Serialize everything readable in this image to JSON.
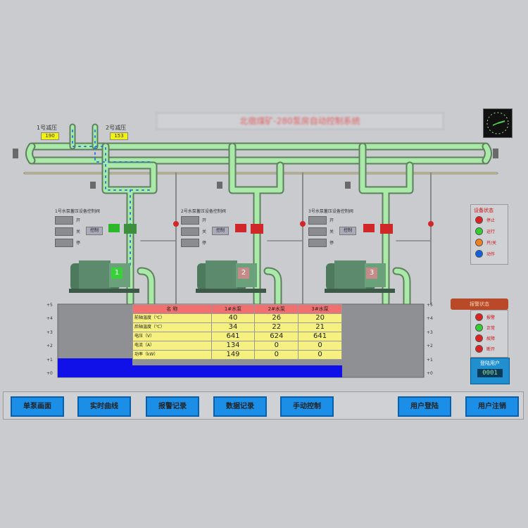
{
  "title": "北宿煤矿-280泵房自动控制系统",
  "tanks": [
    {
      "label": "1号减压",
      "value": "190"
    },
    {
      "label": "2号减压",
      "value": "153"
    }
  ],
  "pumps": [
    {
      "id": "1",
      "status": "running",
      "control_title": "1号水泵蓄压设备控制阀",
      "open_label": "开",
      "close_label": "关",
      "stop_label": "停",
      "button": "控制"
    },
    {
      "id": "2",
      "status": "stopped",
      "control_title": "2号水泵蓄压设备控制阀",
      "open_label": "开",
      "close_label": "关",
      "stop_label": "停",
      "button": "控制"
    },
    {
      "id": "3",
      "status": "stopped",
      "control_title": "3号水泵蓄压设备控制阀",
      "open_label": "开",
      "close_label": "关",
      "stop_label": "停",
      "button": "控制"
    }
  ],
  "legend1": {
    "title": "设备状态",
    "items": [
      {
        "label": "停止",
        "color": "#e02020"
      },
      {
        "label": "运行",
        "color": "#30d030"
      },
      {
        "label": "开/关",
        "color": "#f08020"
      },
      {
        "label": "动作",
        "color": "#1060e0"
      }
    ]
  },
  "legend2": {
    "title": "报警状态",
    "items": [
      {
        "label": "报警",
        "color": "#e02020"
      },
      {
        "label": "正常",
        "color": "#30d030"
      },
      {
        "label": "故障",
        "color": "#e02020"
      },
      {
        "label": "断开",
        "color": "#e02020"
      }
    ]
  },
  "user": {
    "title": "登陆用户",
    "value": "0001"
  },
  "table": {
    "headers": [
      "名 称",
      "1#水泵",
      "2#水泵",
      "3#水泵"
    ],
    "rows": [
      {
        "label": "前轴温度（℃）",
        "values": [
          "40",
          "26",
          "20"
        ]
      },
      {
        "label": "后轴温度（℃）",
        "values": [
          "34",
          "22",
          "21"
        ]
      },
      {
        "label": "电压（V）",
        "values": [
          "641",
          "624",
          "641"
        ]
      },
      {
        "label": "电流（A）",
        "values": [
          "134",
          "0",
          "0"
        ]
      },
      {
        "label": "功率（kW）",
        "values": [
          "149",
          "0",
          "0"
        ]
      }
    ]
  },
  "scale_left": [
    "+5",
    "+4",
    "+3",
    "+2",
    "+1",
    "+0"
  ],
  "scale_right": [
    "+5",
    "+4",
    "+3",
    "+2",
    "+1",
    "+0"
  ],
  "nav": [
    "单泵画面",
    "实时曲线",
    "报警记录",
    "数据记录",
    "手动控制",
    "用户登陆",
    "用户注销"
  ]
}
